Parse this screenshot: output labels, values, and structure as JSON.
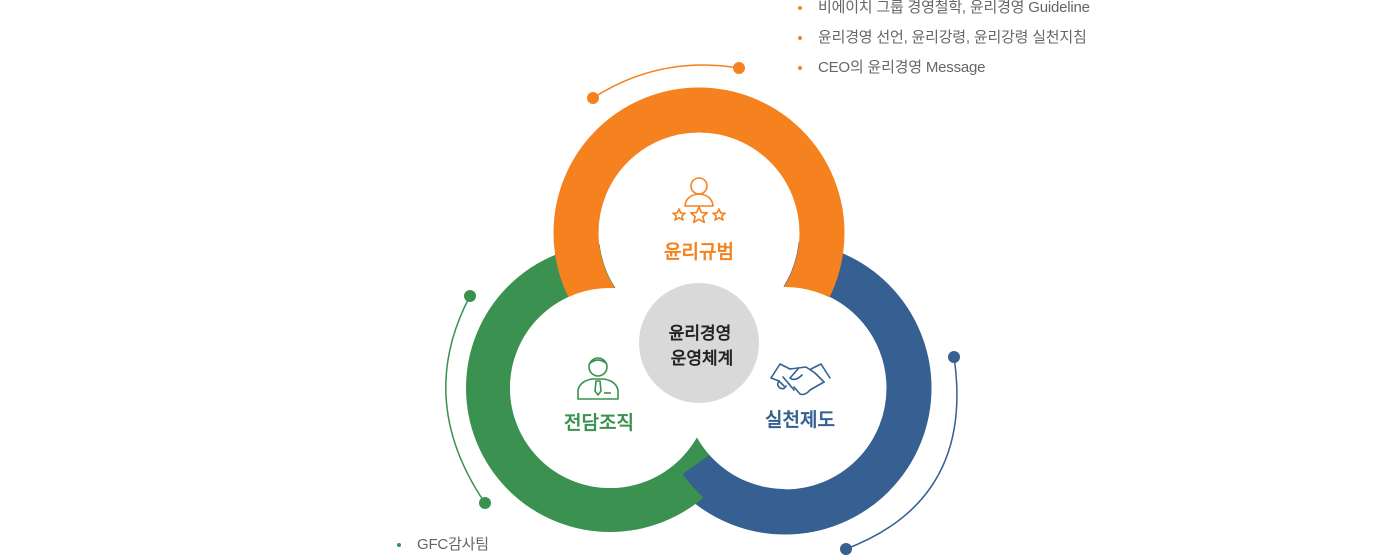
{
  "center": {
    "line1": "윤리경영",
    "line2": "운영체계"
  },
  "sections": {
    "norms": {
      "label": "윤리규범",
      "icon": "person-stars-icon",
      "color": "#f5821f"
    },
    "practice": {
      "label": "실천제도",
      "icon": "handshake-icon",
      "color": "#365f92"
    },
    "org": {
      "label": "전담조직",
      "icon": "person-tie-icon",
      "color": "#3a9150"
    }
  },
  "top_bullets": [
    "비에이치 그룹 경영철학, 윤리경영 Guideline",
    "윤리경영 선언, 윤리강령, 윤리강령 실천지침",
    "CEO의 윤리경영 Message"
  ],
  "bottom_bullets": [
    "GFC감사팀"
  ]
}
